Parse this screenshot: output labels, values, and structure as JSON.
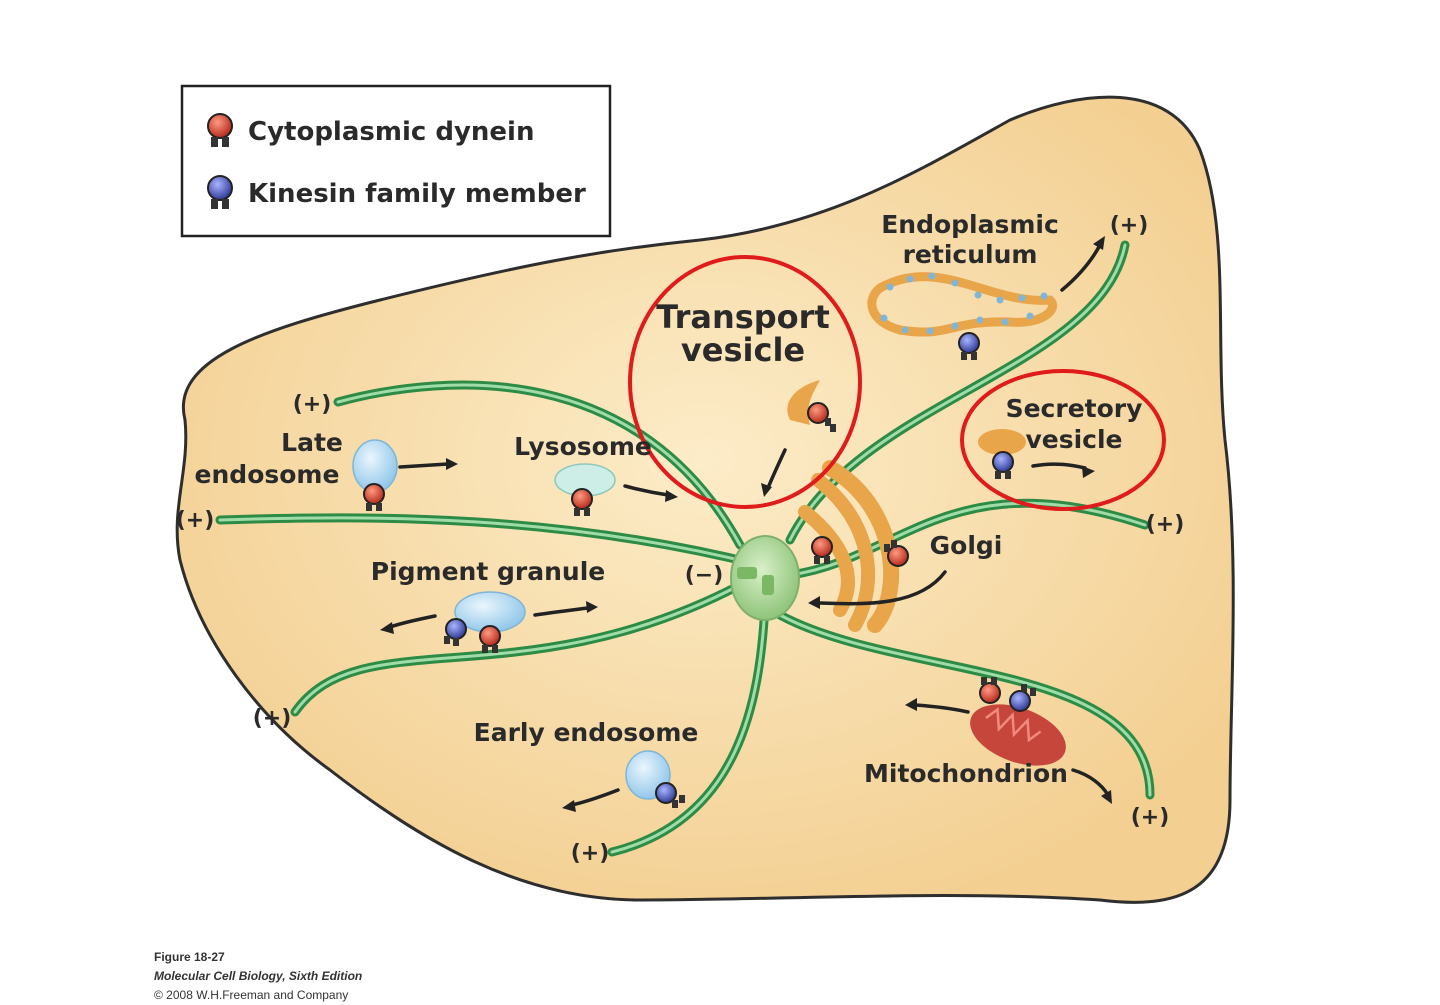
{
  "legend": {
    "dynein_label": "Cytoplasmic dynein",
    "kinesin_label": "Kinesin family member"
  },
  "labels": {
    "transport_vesicle_line1": "Transport",
    "transport_vesicle_line2": "vesicle",
    "er_line1": "Endoplasmic",
    "er_line2": "reticulum",
    "secretory_line1": "Secretory",
    "secretory_line2": "vesicle",
    "late_endosome_line1": "Late",
    "late_endosome_line2": "endosome",
    "lysosome": "Lysosome",
    "golgi": "Golgi",
    "pigment_granule": "Pigment granule",
    "early_endosome": "Early endosome",
    "mitochondrion": "Mitochondrion",
    "minus_end": "(−)",
    "plus_end": "(+)"
  },
  "credit": {
    "figure": "Figure 18-27",
    "book": "Molecular Cell Biology, Sixth Edition",
    "copyright": "© 2008 W.H.Freeman and Company"
  },
  "colors": {
    "cell_fill": "#f6d9a6",
    "cell_edge": "#2e2e2e",
    "microtubule": "#2e8b46",
    "microtubule_highlight": "#8fd39b",
    "dynein": "#c0392b",
    "kinesin": "#3f4aa6",
    "vesicle_blue": "#b9dcf2",
    "organelle_orange": "#e9a54a",
    "mitochondrion": "#c6463c",
    "highlight_circle": "#e01b1b"
  }
}
